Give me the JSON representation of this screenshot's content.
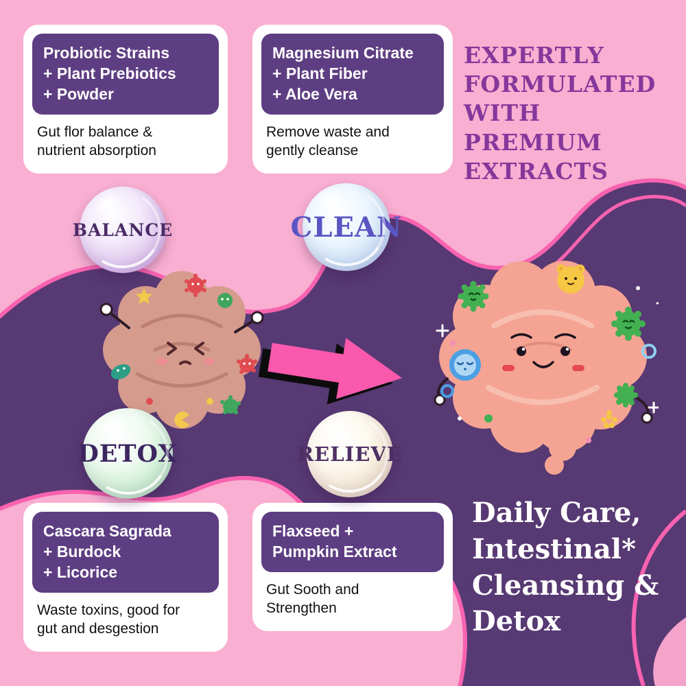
{
  "brand_colors": {
    "background_pink": "#F8AFD1",
    "blob_purple": "#573973",
    "accent_pink": "#F863B0",
    "card_header_purple": "#5E3E82",
    "headline_purple": "#86379B",
    "tagline_color": "#FFFFFF",
    "clean_label_color": "#5A55C2"
  },
  "headline": {
    "lines": [
      "EXPERTLY",
      "FORMULATED",
      "WITH PREMIUM",
      "EXTRACTS"
    ]
  },
  "tagline": {
    "lines": [
      "Daily Care,",
      "Intestinal*",
      "Cleansing &",
      "Detox"
    ]
  },
  "bubbles": {
    "balance": {
      "label": "BALANCE"
    },
    "clean": {
      "label": "CLEAN"
    },
    "detox": {
      "label": "DETOX"
    },
    "relieve": {
      "label": "RELIEVE"
    }
  },
  "cards": {
    "probiotic": {
      "header_lines": [
        "Probiotic Strains",
        "+ Plant Prebiotics",
        "+ Powder"
      ],
      "body": "Gut flor balance & nutrient absorption"
    },
    "magnesium": {
      "header_lines": [
        "Magnesium Citrate",
        "+ Plant Fiber",
        "+ Aloe Vera"
      ],
      "body": "Remove waste and gently cleanse"
    },
    "cascara": {
      "header_lines": [
        "Cascara Sagrada",
        "+ Burdock",
        "+ Licorice"
      ],
      "body": "Waste toxins, good for gut and desgestion"
    },
    "flaxseed": {
      "header_lines": [
        "Flaxseed +",
        "Pumpkin Extract"
      ],
      "body": "Gut Sooth and Strengthen"
    }
  }
}
